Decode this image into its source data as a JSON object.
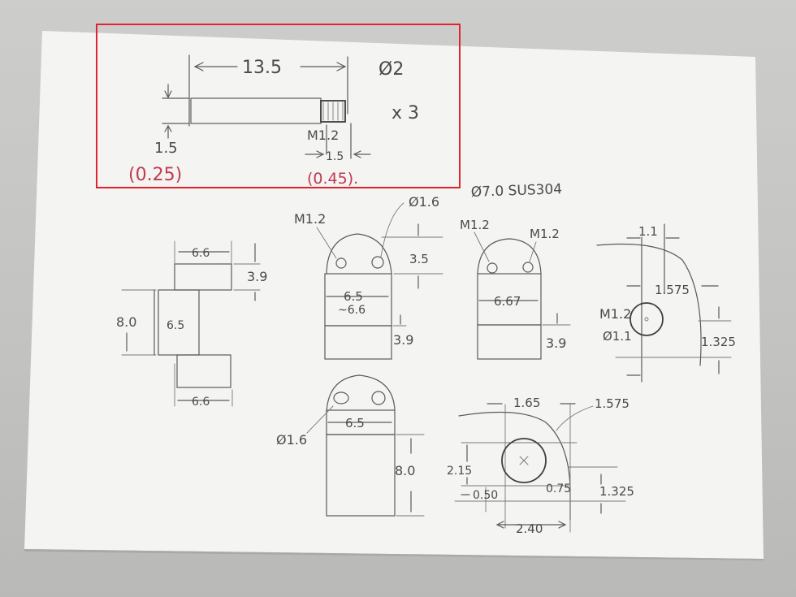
{
  "photo": {
    "paper_color": "#f4f4f2",
    "background_color": "#c6c6c4",
    "ink_color": "#4a4a4c",
    "red_ink_color": "#c23a4e",
    "highlight_color": "#e0242e"
  },
  "pin_drawing": {
    "length": "13.5",
    "diameter": "Ø2",
    "quantity": "x 3",
    "left_dim": "1.5",
    "left_note": "(0.25)",
    "thread": "M1.2",
    "thread_dim": "1.5",
    "thread_note": "(0.45)."
  },
  "material_note": "Ø7.0 SUS304",
  "side_view": {
    "top_width": "6.6",
    "top_height": "3.9",
    "mid_height": "8.0",
    "mid_width": "6.5",
    "bottom_width": "6.6"
  },
  "front_view_a": {
    "thread": "M1.2",
    "hole": "Ø1.6",
    "cap_height": "3.5",
    "width": "6.5",
    "width_alt": "~6.6",
    "base_height": "3.9"
  },
  "front_view_b": {
    "thread_left": "M1.2",
    "thread_right": "M1.2",
    "width": "6.67",
    "base_height": "3.9"
  },
  "circle_view_a": {
    "top_dim": "1.1",
    "offset": "1.575",
    "thread": "M1.2",
    "hole": "Ø1.1",
    "side_dim": "1.325"
  },
  "front_view_c": {
    "hole": "Ø1.6",
    "width": "6.5",
    "height": "8.0"
  },
  "circle_view_b": {
    "top_dim": "1.65",
    "radius_note": "1.575",
    "left_dim": "2.15",
    "dim_a": "0.50",
    "dim_b": "0.75",
    "side_dim": "1.325",
    "bottom_dim": "2.40"
  }
}
